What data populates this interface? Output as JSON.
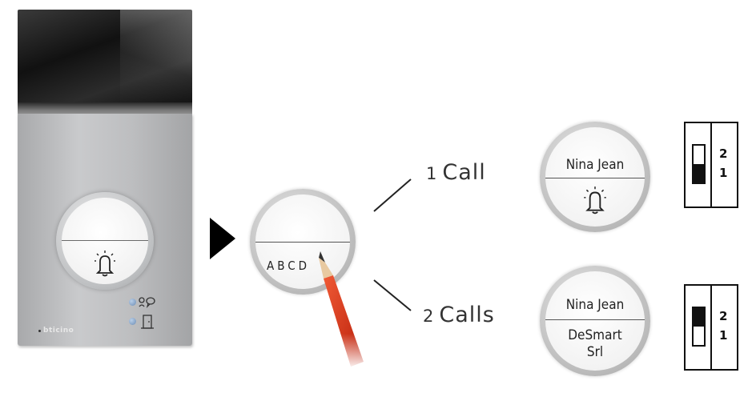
{
  "device": {
    "brand_logo": "bticino"
  },
  "button_abcd": {
    "label": "ABCD"
  },
  "call_options": [
    {
      "number": "1",
      "word": "Call",
      "button_top_name": "Nina Jean",
      "button_bottom_icon": "bell-icon",
      "dip_labels": [
        "2",
        "1"
      ],
      "dip_position": "1"
    },
    {
      "number": "2",
      "word": "Calls",
      "button_top_name": "Nina Jean",
      "button_bottom_line1": "DeSmart",
      "button_bottom_line2": "Srl",
      "dip_labels": [
        "2",
        "1"
      ],
      "dip_position": "2"
    }
  ],
  "colors": {
    "pencil": "#e23a1c",
    "led": "#6d8db5"
  }
}
